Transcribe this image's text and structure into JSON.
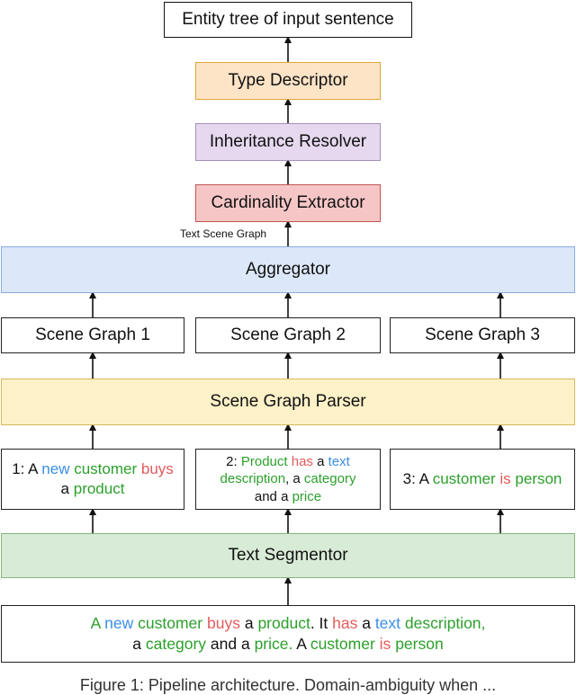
{
  "colors": {
    "word": "#111111",
    "entity": "#2ca02c",
    "attribute": "#3a8ee6",
    "relation": "#e35b5b",
    "type_descriptor_fill": "#fde4c6",
    "type_descriptor_border": "#e0a63c",
    "inheritance_fill": "#e6d9ef",
    "inheritance_border": "#a38cc2",
    "cardinality_fill": "#f6c6c6",
    "cardinality_border": "#c55353",
    "aggregator_fill": "#dce8fa",
    "aggregator_border": "#8ba9db",
    "parser_fill": "#fdf1c8",
    "parser_border": "#d8b95a",
    "segmentor_fill": "#d8ebd6",
    "segmentor_border": "#86b67f"
  },
  "nodes": {
    "entity_tree": "Entity tree of input sentence",
    "type_descriptor": "Type Descriptor",
    "inheritance_resolver": "Inheritance Resolver",
    "cardinality_extractor": "Cardinality Extractor",
    "text_scene_graph_label": "Text Scene Graph",
    "aggregator": "Aggregator",
    "scene_graph_1": "Scene Graph 1",
    "scene_graph_2": "Scene Graph 2",
    "scene_graph_3": "Scene Graph 3",
    "scene_graph_parser": "Scene Graph Parser",
    "text_segmentor": "Text Segmentor"
  },
  "segments": {
    "seg1": [
      [
        {
          "t": "1: A ",
          "c": "w"
        },
        {
          "t": "new",
          "c": "b"
        },
        {
          "t": " ",
          "c": "w"
        },
        {
          "t": "customer",
          "c": "g"
        },
        {
          "t": " ",
          "c": "w"
        },
        {
          "t": "buys",
          "c": "r"
        }
      ],
      [
        {
          "t": "a ",
          "c": "w"
        },
        {
          "t": "product",
          "c": "g"
        }
      ]
    ],
    "seg2": [
      [
        {
          "t": "2: ",
          "c": "w"
        },
        {
          "t": "Product",
          "c": "g"
        },
        {
          "t": " ",
          "c": "w"
        },
        {
          "t": "has",
          "c": "r"
        },
        {
          "t": " a ",
          "c": "w"
        },
        {
          "t": "text",
          "c": "b"
        }
      ],
      [
        {
          "t": "description",
          "c": "g"
        },
        {
          "t": ", a ",
          "c": "w"
        },
        {
          "t": "category",
          "c": "g"
        }
      ],
      [
        {
          "t": "and a ",
          "c": "w"
        },
        {
          "t": "price",
          "c": "g"
        }
      ]
    ],
    "seg3": [
      [
        {
          "t": "3: A ",
          "c": "w"
        },
        {
          "t": "customer",
          "c": "g"
        },
        {
          "t": " ",
          "c": "w"
        },
        {
          "t": "is",
          "c": "r"
        },
        {
          "t": " ",
          "c": "w"
        },
        {
          "t": "person",
          "c": "g"
        }
      ]
    ]
  },
  "input_sentence": [
    [
      {
        "t": "A ",
        "c": "g"
      },
      {
        "t": "new",
        "c": "b"
      },
      {
        "t": " ",
        "c": "w"
      },
      {
        "t": "customer",
        "c": "g"
      },
      {
        "t": " ",
        "c": "w"
      },
      {
        "t": "buys",
        "c": "r"
      },
      {
        "t": " a ",
        "c": "w"
      },
      {
        "t": "product",
        "c": "g"
      },
      {
        "t": ". It ",
        "c": "w"
      },
      {
        "t": "has",
        "c": "r"
      },
      {
        "t": " a ",
        "c": "w"
      },
      {
        "t": "text",
        "c": "b"
      },
      {
        "t": " ",
        "c": "w"
      },
      {
        "t": "description,",
        "c": "g"
      }
    ],
    [
      {
        "t": "a ",
        "c": "w"
      },
      {
        "t": "category",
        "c": "g"
      },
      {
        "t": " and a ",
        "c": "w"
      },
      {
        "t": "price.",
        "c": "g"
      },
      {
        "t": " A ",
        "c": "w"
      },
      {
        "t": "customer",
        "c": "g"
      },
      {
        "t": " ",
        "c": "w"
      },
      {
        "t": "is",
        "c": "r"
      },
      {
        "t": " ",
        "c": "w"
      },
      {
        "t": "person",
        "c": "g"
      }
    ]
  ],
  "caption": "Figure 1: Pipeline architecture. Domain-ambiguity when ..."
}
